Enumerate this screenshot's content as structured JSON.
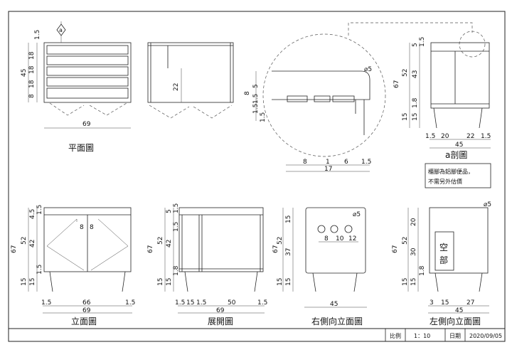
{
  "views": {
    "plan": {
      "title": "平面圖",
      "width": "69",
      "depth": "45",
      "drawers": [
        "8",
        "18",
        "18",
        "18",
        "1.5"
      ],
      "marker": "a"
    },
    "top_section": {
      "dim": "22"
    },
    "detail": {
      "dims_v": [
        "8",
        "5",
        "1.5",
        "1.5",
        "1.5"
      ],
      "dims_h": [
        "8",
        "1",
        "6",
        "1.5"
      ],
      "total": "17",
      "radius": "⌀5"
    },
    "section_a": {
      "title": "a剖圖",
      "dims_v": [
        "67",
        "52",
        "43",
        "5",
        "1.5",
        "1.8",
        "15",
        "15"
      ],
      "dims_h": [
        "1.5",
        "20",
        "22",
        "1.5"
      ],
      "total": "45"
    },
    "note": {
      "line1": "櫃腳為鋁腳便品，",
      "line2": "不需另外估價"
    },
    "front": {
      "title": "立面圖",
      "dims_v": [
        "67",
        "52",
        "42",
        "4.5",
        "1.5",
        "1.5",
        "15",
        "15"
      ],
      "inner": [
        "8",
        "8"
      ],
      "dims_h": [
        "1.5",
        "66",
        "1.5"
      ],
      "total": "69"
    },
    "open": {
      "title": "展開圖",
      "dims_v": [
        "67",
        "52",
        "42",
        "5",
        "1.5",
        "1.5",
        "1.8",
        "15",
        "15"
      ],
      "dims_h": [
        "1.5",
        "15",
        "1.5",
        "50",
        "1.5"
      ],
      "total": "69"
    },
    "right": {
      "title": "右側向立面圖",
      "dims_v": [
        "67",
        "52",
        "37",
        "15",
        "15",
        "15"
      ],
      "inner": [
        "8",
        "10",
        "12"
      ],
      "radius": "⌀5",
      "total": "45"
    },
    "left": {
      "title": "左側向立面圖",
      "dims_v": [
        "67",
        "52",
        "20",
        "30",
        "1.8",
        "15",
        "15"
      ],
      "dims_h": [
        "3",
        "15",
        "27"
      ],
      "total": "45",
      "radius": "⌀5",
      "label1": "空",
      "label2": "部"
    }
  },
  "titleblock": {
    "scale_label": "比例",
    "scale": "1：10",
    "date_label": "日期",
    "date": "2020/09/05"
  }
}
